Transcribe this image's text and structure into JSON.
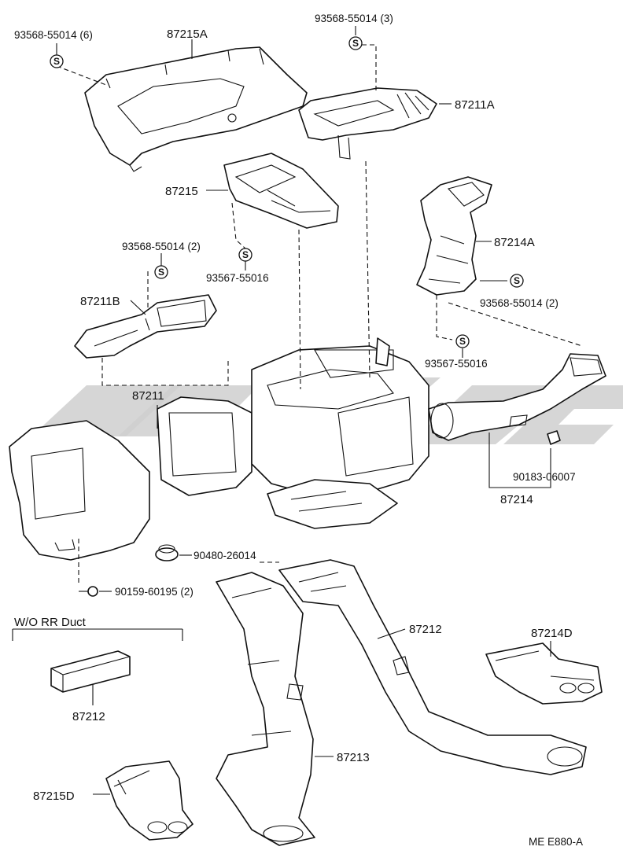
{
  "diagram": {
    "part_labels": {
      "p87215A": "87215A",
      "p87211A": "87211A",
      "p87215": "87215",
      "p87214A": "87214A",
      "p87211B": "87211B",
      "p87211": "87211",
      "p87214": "87214",
      "p87212": "87212",
      "p87212b": "87212",
      "p87214D": "87214D",
      "p87213": "87213",
      "p87215D": "87215D"
    },
    "fastener_labels": {
      "screw_top_left": "93568-55014 (6)",
      "screw_top_right": "93568-55014 (3)",
      "screw_mid": "93568-55014 (2)",
      "screw_right": "93568-55014 (2)",
      "clip_upper": "93567-55016",
      "clip_right": "93567-55016",
      "clip_small": "90183-06007",
      "grommet": "90480-26014",
      "bolt": "90159-60195 (2)"
    },
    "note_wo_rr_duct": "W/O RR Duct",
    "figure_code": "ME E880-A",
    "screw_symbol": "S"
  }
}
